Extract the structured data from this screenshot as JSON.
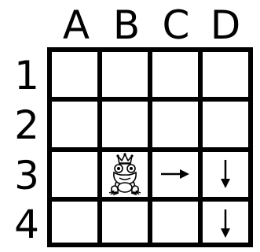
{
  "columns": [
    "A",
    "B",
    "C",
    "D"
  ],
  "rows": [
    "1",
    "2",
    "3",
    "4"
  ],
  "pieces": [
    {
      "cell": "B3",
      "type": "frog-king",
      "icon": "frog-with-crown-icon"
    },
    {
      "cell": "C3",
      "type": "arrow",
      "direction": "right",
      "icon": "arrow-right-icon"
    },
    {
      "cell": "D3",
      "type": "arrow",
      "direction": "down",
      "icon": "arrow-down-icon"
    },
    {
      "cell": "D4",
      "type": "arrow",
      "direction": "down",
      "icon": "arrow-down-icon"
    }
  ],
  "colors": {
    "line": "#000000",
    "background": "#ffffff"
  }
}
